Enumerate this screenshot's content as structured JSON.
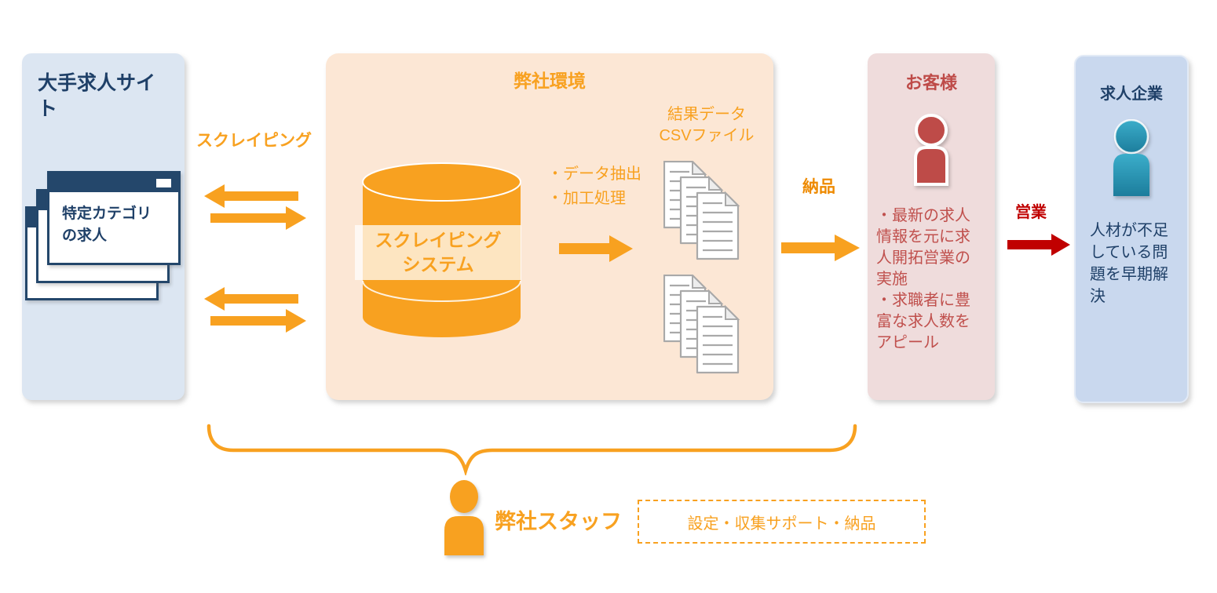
{
  "colors": {
    "orange": "#F8A120",
    "orange_deep": "#EE8A00",
    "peach": "#FCE7D5",
    "light_blue": "#DCE6F2",
    "panel_blue": "#C9D8EE",
    "panel_blue_border": "#E2EAF6",
    "navy_bar": "#24476B",
    "navy_text": "#1F4068",
    "pink": "#EFDCDC",
    "person_red": "#BE4B48",
    "text_red": "#C0504D",
    "sales_red": "#C00000",
    "teal_light": "#3BADCA",
    "teal_dark": "#1C7D9C",
    "doc_gray": "#A9A9A9"
  },
  "panels": {
    "job_site": {
      "title": "大手求人サイト",
      "window_label": "特定カテゴリの求人"
    },
    "company_env": {
      "title": "弊社環境",
      "system_label": "スクレイピング\nシステム",
      "process_bullets": "・データ抽出\n・加工処理",
      "result_label": "結果データ\nCSVファイル"
    },
    "customer": {
      "title": "お客様",
      "bullets": "・最新の求人情報を元に求人開拓営業の実施\n・求職者に豊富な求人数をアピール"
    },
    "recruiter": {
      "title": "求人企業",
      "text": "人材が不足している問題を早期解決"
    }
  },
  "labels": {
    "scraping": "スクレイピング",
    "delivery": "納品",
    "sales": "営業",
    "staff": "弊社スタッフ",
    "staff_support": "設定・収集サポート・納品"
  },
  "icons": {
    "database_cylinder": "orange database cylinder",
    "csv_document_stack": "stack of three lined pages with folded corner",
    "person_red": "customer person pictogram",
    "person_teal": "recruiter person pictogram",
    "person_orange": "staff person pictogram",
    "brace": "horizontal curly brace pointing down",
    "arrow": "block arrow"
  }
}
